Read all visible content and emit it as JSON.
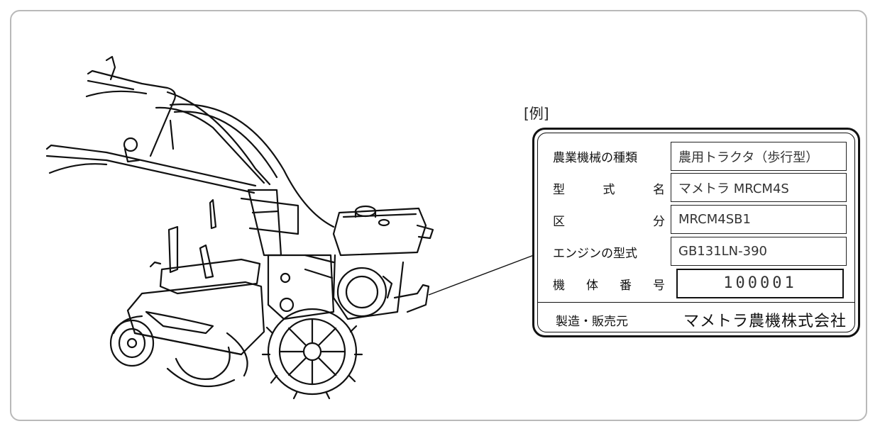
{
  "example_label": "[例]",
  "plate": {
    "rows": [
      {
        "key": [
          "農業機械の種類"
        ],
        "value": "農用トラクタ（歩行型）"
      },
      {
        "key": [
          "型",
          "式",
          "名"
        ],
        "value": "マメトラ MRCM4S"
      },
      {
        "key": [
          "区",
          "分"
        ],
        "value": "MRCM4SB1"
      },
      {
        "key": [
          "エンジンの型式"
        ],
        "value": "GB131LN-390"
      },
      {
        "key": [
          "機",
          "体",
          "番",
          "号"
        ],
        "value": "100001"
      }
    ],
    "maker_key": "製造・販売元",
    "maker_value": "マメトラ農機株式会社"
  },
  "colors": {
    "line": "#111111",
    "frame": "#b9b9b9",
    "background": "#ffffff"
  },
  "illustration": "walk-behind-cultivator-line-drawing"
}
